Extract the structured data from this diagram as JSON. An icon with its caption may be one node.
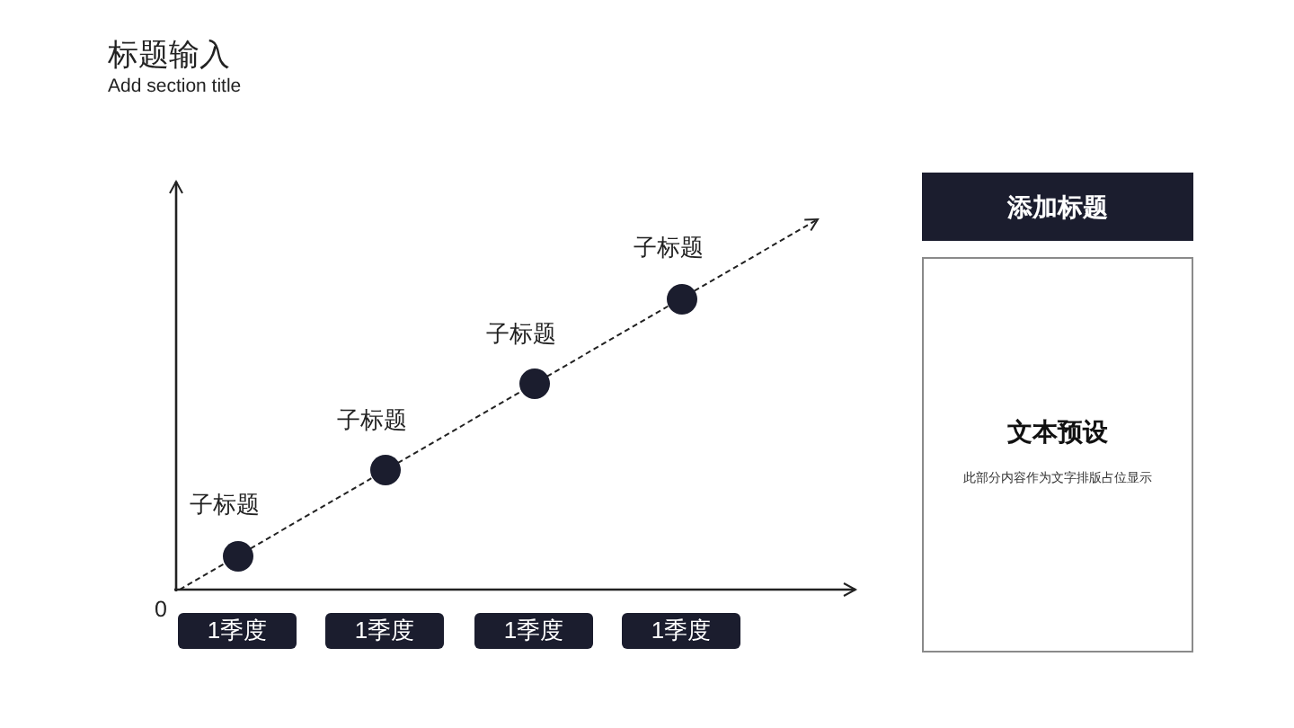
{
  "diagram": {
    "title": "标题输入",
    "nodes": [
      {
        "text": [],
        "shape": "circle",
        "beside": [
          "子标题"
        ]
      },
      {
        "text": [],
        "shape": "circle",
        "beside": [
          "子标题"
        ]
      },
      {
        "text": [],
        "shape": "circle",
        "beside": [
          "子标题"
        ]
      },
      {
        "text": [],
        "shape": "circle",
        "beside": [
          "子标题"
        ]
      },
      {
        "text": [
          "1季度"
        ]
      },
      {
        "text": [
          "1季度"
        ]
      },
      {
        "text": [
          "1季度"
        ]
      },
      {
        "text": [
          "1季度"
        ]
      },
      {
        "text": [
          "添加标题"
        ]
      },
      {
        "text": [
          "文本预设",
          "此部分内容作为文字排版占位显示"
        ]
      }
    ],
    "edges": [
      {
        "from": null,
        "to": 0,
        "arrow": "none",
        "style": "dashed"
      },
      {
        "from": 0,
        "to": 1,
        "arrow": "none",
        "style": "dashed"
      },
      {
        "from": 1,
        "to": 2,
        "arrow": "none",
        "style": "dashed"
      },
      {
        "from": 2,
        "to": 3,
        "arrow": "none",
        "style": "dashed"
      },
      {
        "from": 3,
        "to": null,
        "arrow": "to",
        "style": "dashed"
      }
    ],
    "labels": [
      "Add section title",
      "0"
    ]
  }
}
